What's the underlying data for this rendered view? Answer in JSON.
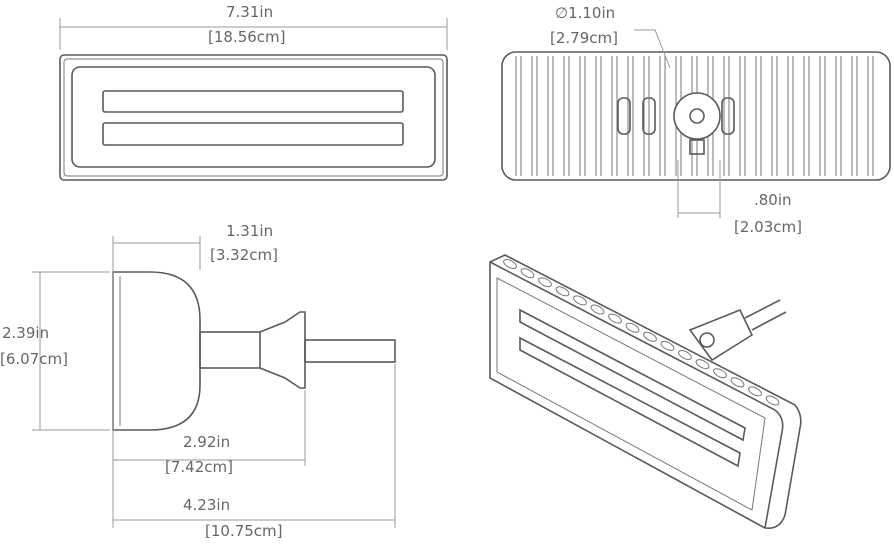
{
  "front_view": {
    "width_in": "7.31in",
    "width_cm": "[18.56cm]"
  },
  "back_view": {
    "diameter_in": "∅1.10in",
    "diameter_cm": "[2.79cm]",
    "offset_in": ".80in",
    "offset_cm": "[2.03cm]"
  },
  "side_view": {
    "depth_in": "1.31in",
    "depth_cm": "[3.32cm]",
    "height_in": "2.39in",
    "height_cm": "[6.07cm]",
    "mount_in": "2.92in",
    "mount_cm": "[7.42cm]",
    "total_in": "4.23in",
    "total_cm": "[10.75cm]"
  }
}
